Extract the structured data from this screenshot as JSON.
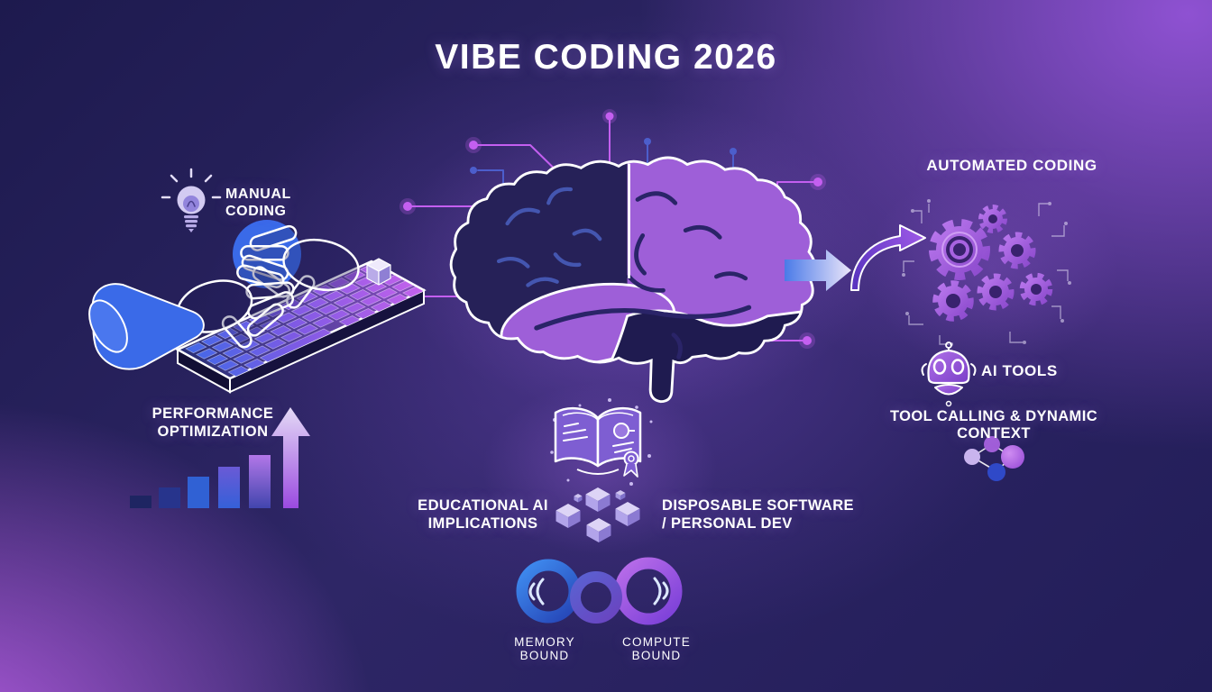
{
  "title": "VIBE CODING 2026",
  "sections": {
    "manual_coding": {
      "label_lines": [
        "MANUAL",
        "CODING"
      ],
      "icon": "lightbulb-icon",
      "illustration": "hands-typing-on-keyboard"
    },
    "center": {
      "icon": "split-brain-icon",
      "decor": "circuit-traces"
    },
    "automated_coding": {
      "label": "AUTOMATED CODING",
      "icon": "gears-icon",
      "decor": "curved-arrow-icon"
    },
    "ai_tools": {
      "label": "AI TOOLS",
      "icon": "robot-icon"
    },
    "tool_calling": {
      "label": "TOOL CALLING & DYNAMIC CONTEXT",
      "icon": "molecule-icon"
    },
    "performance": {
      "label_lines": [
        "PERFORMANCE",
        "OPTIMIZATION"
      ],
      "icon": "ascending-bar-chart-icon"
    },
    "educational": {
      "label_lines": [
        "EDUCATIONAL AI",
        "IMPLICATIONS"
      ],
      "icon": "open-book-icon"
    },
    "disposable": {
      "label_lines": [
        "DISPOSABLE SOFTWARE",
        "/ PERSONAL DEV"
      ],
      "icon": "stacked-cubes-icon"
    },
    "memory_bound": {
      "label": "MEMORY BOUND",
      "icon": "infinity-rings-icon"
    },
    "compute_bound": {
      "label": "COMPUTE BOUND",
      "icon": "infinity-rings-icon"
    }
  },
  "colors": {
    "background_navy": "#1e1a52",
    "background_purple": "#8a4fc9",
    "glow_magenta": "#c264f0",
    "accent_blue": "#3a6ae8",
    "accent_purple": "#9e5fd8",
    "brain_left_half": "#262158",
    "brain_right_half": "#9e5fd8",
    "text": "#ffffff"
  }
}
